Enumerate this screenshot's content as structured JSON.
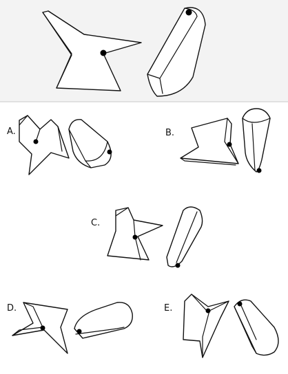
{
  "options": {
    "a": "A.",
    "b": "B.",
    "c": "C.",
    "d": "D.",
    "e": "E."
  },
  "colors": {
    "header_background": "#f3f3f3",
    "divider": "#c8c8c8",
    "stroke": "#111111",
    "dot": "#000000"
  },
  "icons": {
    "reference": "arrow-wedge-and-capsule-prism",
    "markers": "black-dot"
  }
}
